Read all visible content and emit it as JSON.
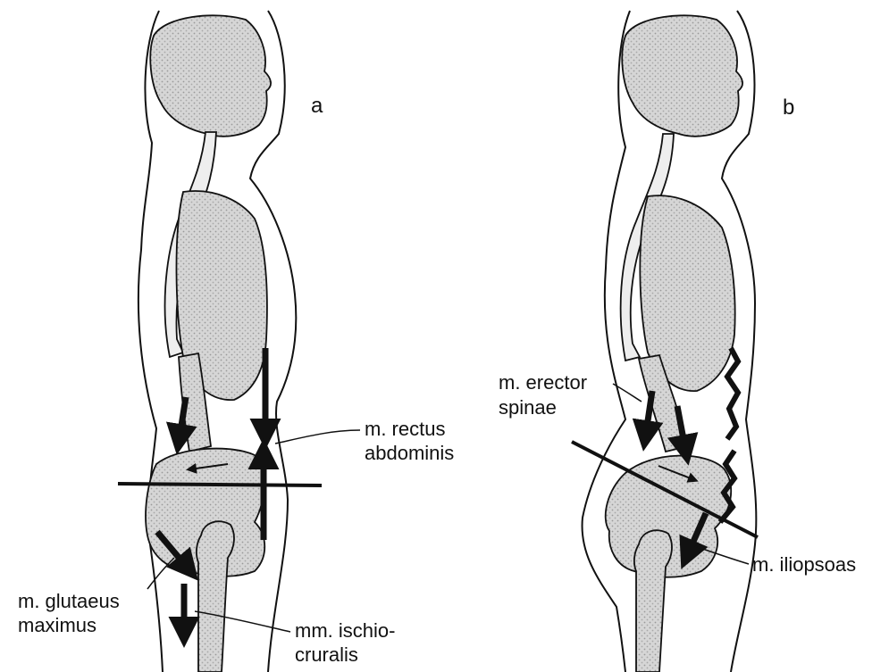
{
  "panels": [
    {
      "letter": "a"
    },
    {
      "letter": "b"
    }
  ],
  "labels": {
    "rectus_1": "m. rectus",
    "rectus_2": "abdominis",
    "glutaeus_1": "m. glutaeus",
    "glutaeus_2": "maximus",
    "ischio_1": "mm. ischio-",
    "ischio_2": "cruralis",
    "erector_1": "m. erector",
    "erector_2": "spinae",
    "iliopsoas": "m. iliopsoas"
  },
  "colors": {
    "ink": "#111111",
    "tissue": "#cfcfcf",
    "background": "#ffffff"
  }
}
